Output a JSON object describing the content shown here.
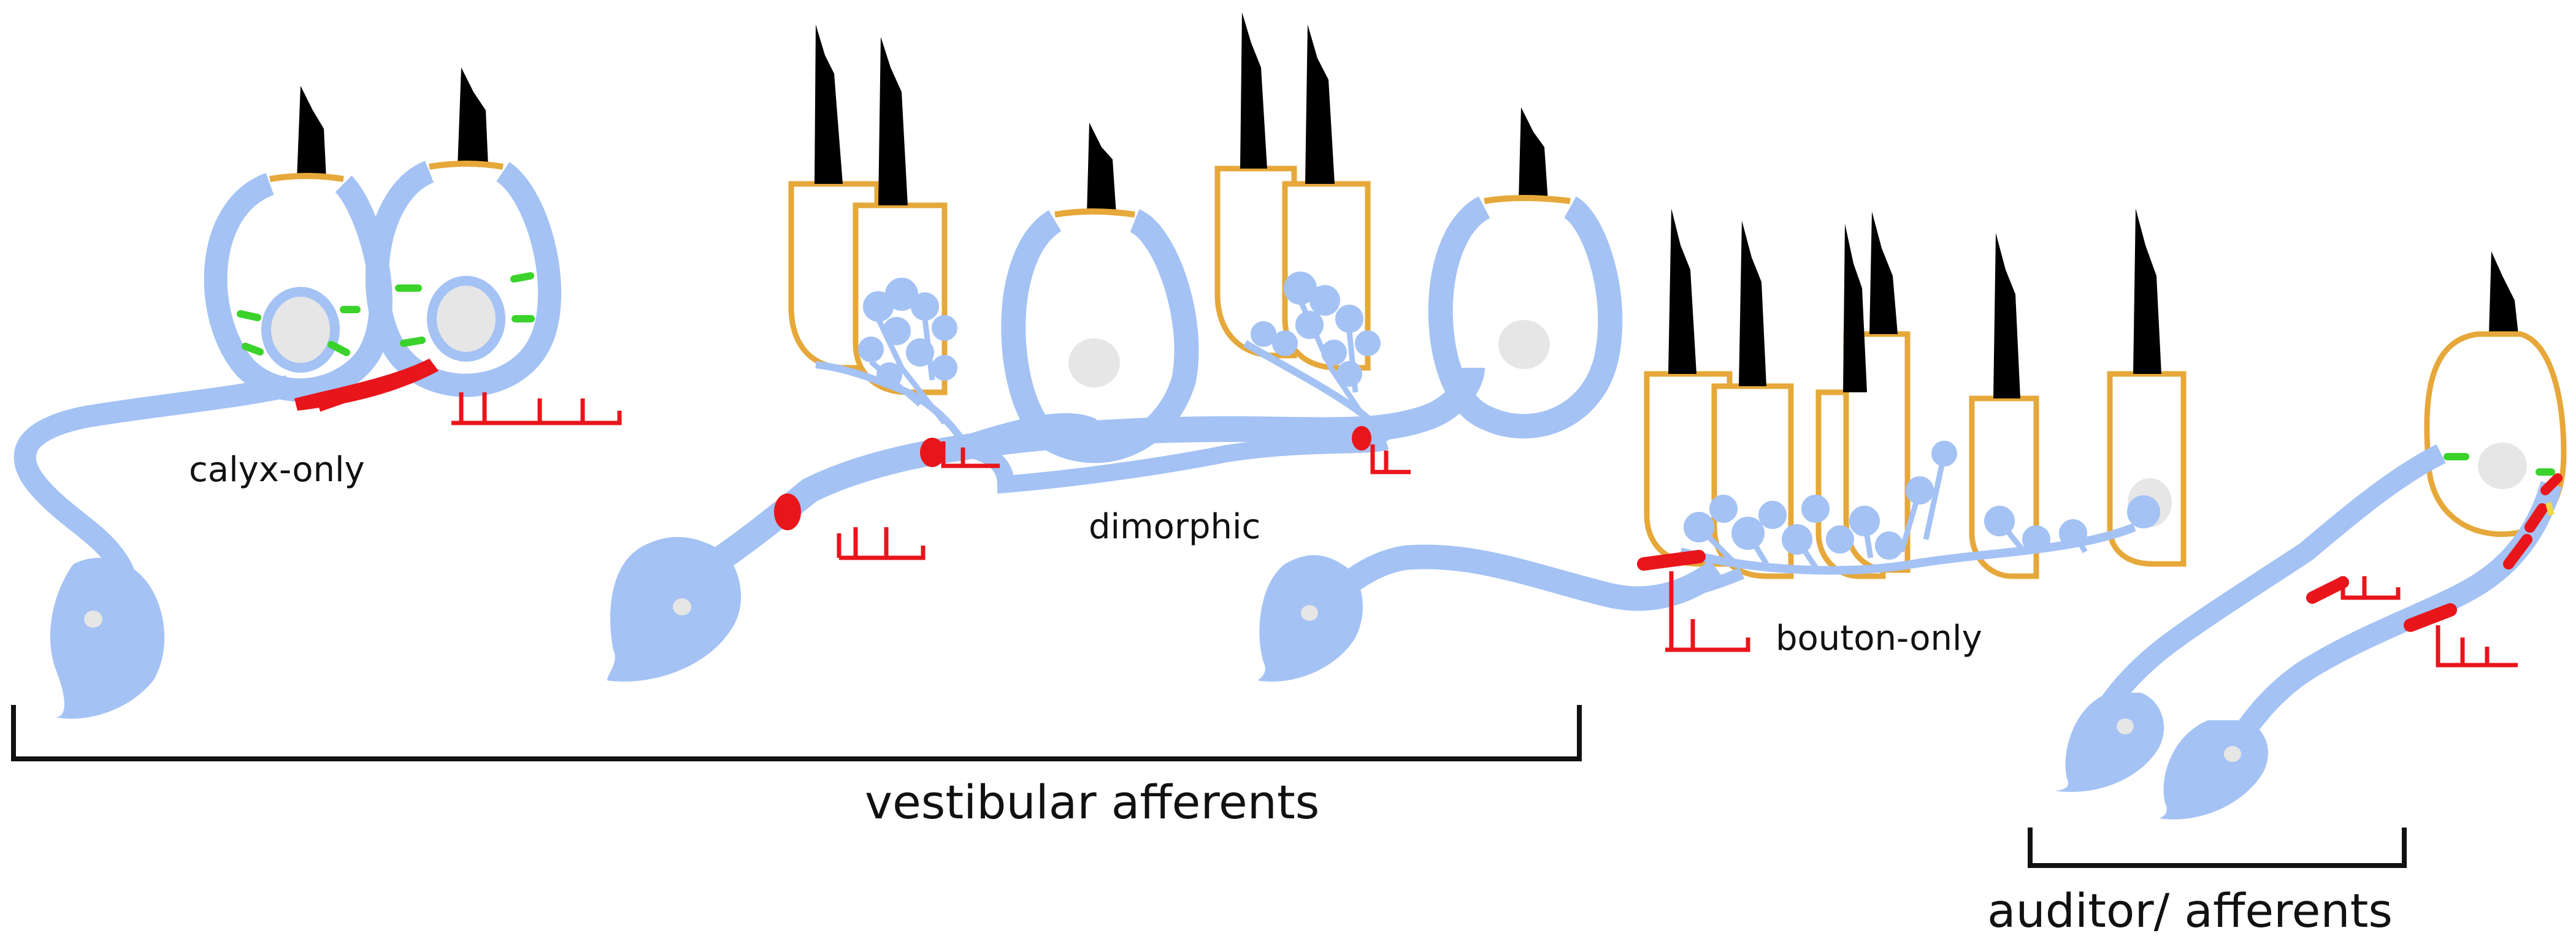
{
  "labels": {
    "calyx_only": "calyx-only",
    "dimorphic": "dimorphic",
    "bouton_only": "bouton-only",
    "vestibular_afferents": "vestibular afferents",
    "auditory_afferents": "auditor/ afferents"
  },
  "colors": {
    "afferent_fiber": "#a4c2f4",
    "hair_cell_outline": "#e6a83a",
    "nucleus": "#e6e6e6",
    "hair_bundle": "#000000",
    "synapse_red": "#e8151b",
    "synapse_green": "#3ad22b",
    "bracket": "#111111"
  }
}
